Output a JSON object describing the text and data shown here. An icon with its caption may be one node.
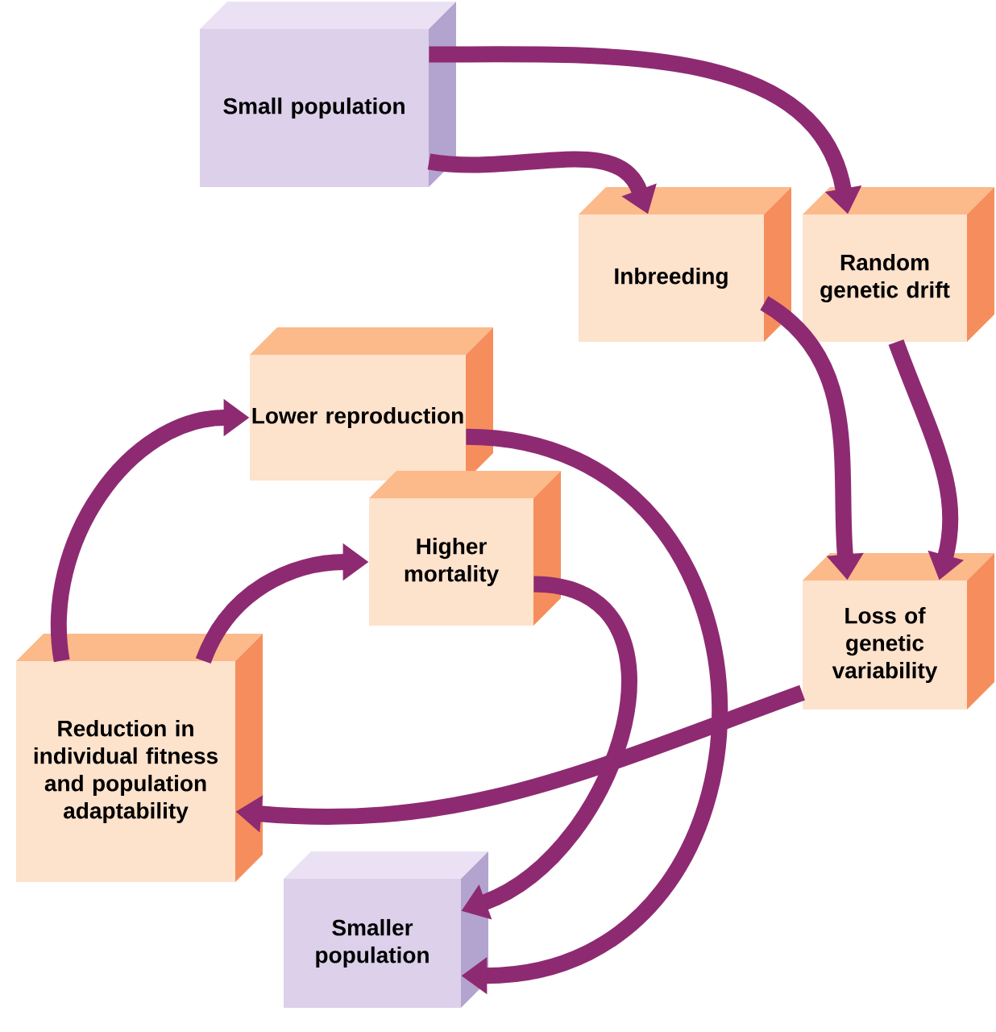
{
  "diagram": {
    "nodes": [
      {
        "text": [
          "Small population"
        ]
      },
      {
        "text": [
          "Inbreeding"
        ]
      },
      {
        "text": [
          "Random genetic drift"
        ]
      },
      {
        "text": [
          "Lower reproduction"
        ]
      },
      {
        "text": [
          "Higher mortality"
        ]
      },
      {
        "text": [
          "Loss of genetic variability"
        ]
      },
      {
        "text": [
          "Reduction in individual fitness and population adaptability"
        ]
      },
      {
        "text": [
          "Smaller population"
        ]
      }
    ],
    "edges": [
      {
        "from": 0,
        "to": 1,
        "arrow": "to"
      },
      {
        "from": 0,
        "to": 2,
        "arrow": "to"
      },
      {
        "from": 1,
        "to": 5,
        "arrow": "to"
      },
      {
        "from": 2,
        "to": 5,
        "arrow": "to"
      },
      {
        "from": 5,
        "to": 6,
        "arrow": "to"
      },
      {
        "from": 6,
        "to": 3,
        "arrow": "to"
      },
      {
        "from": 6,
        "to": 4,
        "arrow": "to"
      },
      {
        "from": 3,
        "to": 7,
        "arrow": "to"
      },
      {
        "from": 4,
        "to": 7,
        "arrow": "to"
      }
    ]
  }
}
